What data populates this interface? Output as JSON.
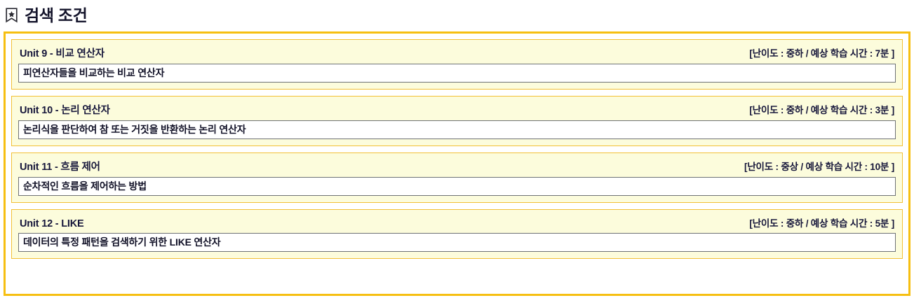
{
  "header": {
    "icon": "bookmark-star-icon",
    "title": "검색 조건"
  },
  "colors": {
    "panel_border": "#f6bf11",
    "card_border": "#f2c036",
    "card_background": "#fcfcdc",
    "input_border": "#6e7275",
    "input_background": "#ffffff",
    "text": "#16163a",
    "page_background": "#ffffff"
  },
  "units": [
    {
      "title": "Unit 9 - 비교 연산자",
      "meta": "[난이도 : 중하 / 예상 학습 시간 : 7분 ]",
      "difficulty": "중하",
      "estimated_time": "7분",
      "description": "피연산자들을 비교하는 비교 연산자"
    },
    {
      "title": "Unit 10 - 논리 연산자",
      "meta": "[난이도 : 중하 / 예상 학습 시간 : 3분 ]",
      "difficulty": "중하",
      "estimated_time": "3분",
      "description": "논리식을 판단하여 참 또는 거짓을 반환하는 논리 연산자"
    },
    {
      "title": "Unit 11 - 흐름 제어",
      "meta": "[난이도 : 중상 / 예상 학습 시간 : 10분 ]",
      "difficulty": "중상",
      "estimated_time": "10분",
      "description": "순차적인 흐름을 제어하는 방법"
    },
    {
      "title": "Unit 12 - LIKE",
      "meta": "[난이도 : 중하 / 예상 학습 시간 : 5분 ]",
      "difficulty": "중하",
      "estimated_time": "5분",
      "description": "데이터의 특정 패턴을 검색하기 위한 LIKE 연산자"
    }
  ]
}
